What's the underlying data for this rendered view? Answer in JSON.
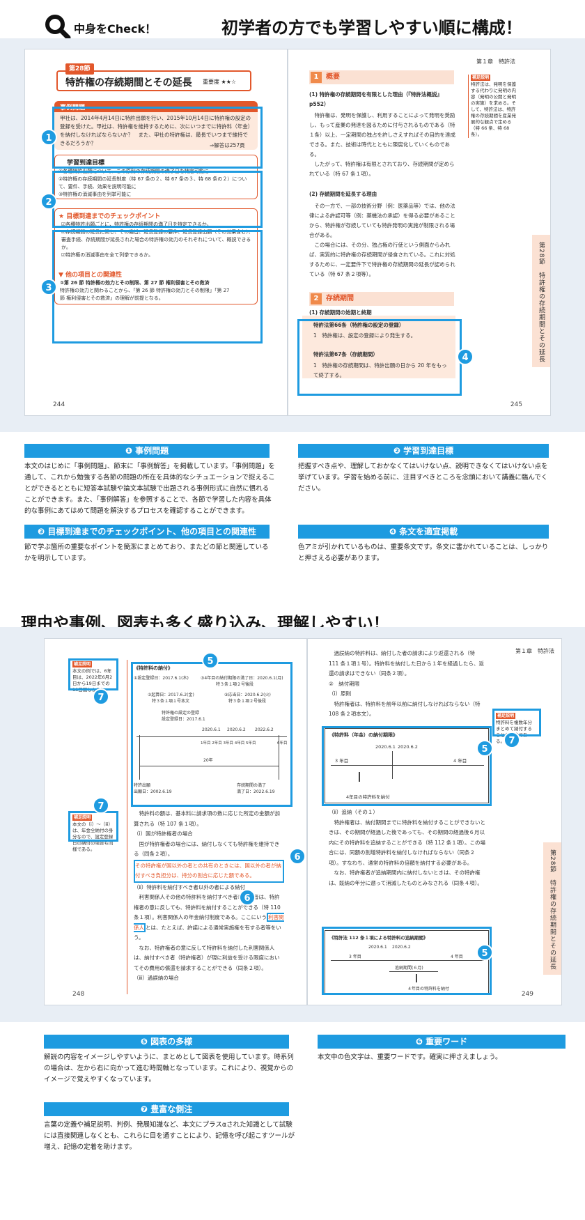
{
  "header": {
    "badge": "中身をCheck！",
    "headline": "初学者の方でも学習しやすい順に構成！"
  },
  "spread1": {
    "left": {
      "section_prefix": "第",
      "section_no": "28",
      "section_suffix": "節",
      "title": "特許権の存続期間とその延長",
      "importance_label": "重要度",
      "importance_stars": "★★☆",
      "case_heading": "事例問題",
      "case_text": "甲社は、2014年4月14日に特許出願を行い、2015年10月14日に特許権の設定の登録を受けた。甲社は、特許権を維持するために、次にいつまでに特許料（年金）を納付しなければならないか？　また、甲社の特許権は、最長でいつまで維持できるだろうか？",
      "case_answer": "⇒解答は257頁",
      "goals_heading": "学習到達目標",
      "goals": [
        "①各種特許出願について、この原則の存続期間の満了日を特定可能に",
        "②特許権の存続期間の延長制度（特 67 条の２、特 67 条の３、特 68 条の２）について、要件、手続、効果を説明可能に",
        "③特許権の消滅事由を列挙可能に"
      ],
      "check_heading": "★ 目標到達までのチェックポイント",
      "checks": [
        "☑各種特許出願ごとに、特許権の存続期間の満了日を特定できるか。",
        "☑存続期間の延長に関し、その趣旨、延長登録の要件、延長登録出願（その効果含む）、審査手続、存続期間が延長された場合の特許権の効力のそれぞれについて、概説できるか。",
        "☑特許権の消滅事由を全て列挙できるか。"
      ],
      "relation_heading": "▼ 他の項目との関連性",
      "relation_lines": [
        "①第 26 節 特許権の効力とその制限、第 27 節 権利侵害とその救済",
        "特許権の効力と関わることから、「第 26 節 特許権の効力とその制限」「第 27",
        "節 権利侵害とその救済」の理解が前提となる。"
      ],
      "page_number": "244"
    },
    "right": {
      "chapter": "第１章　特許法",
      "s1_no": "1",
      "s1_title": "概要",
      "s1_sub": "(1) 特許権の存続期間を有限とした理由（『特許法概説』p552）",
      "s1_paras": [
        "特許権は、発明を保護し、利用することによって発明を奨励し、もって産業の発達を図るために付与されるものである（特１条）以上、一定期間の独占を許しさえすればその目的を達成できる。また、技術は時代とともに陳腐化していくものである。",
        "したがって、特許権は有限とされており、存続期間が定められている（特 67 条１項）。"
      ],
      "s1_sub2": "(2) 存続期間を延長する理由",
      "s1_paras2": [
        "その一方で、一部の技術分野（例：医薬品等）では、他の法律による許認可等（例：薬機法の承認）を得る必要があることから、特許権が存続していても特許発明の実施が制限される場合がある。",
        "この場合には、その分、独占権の行使という側面からみれば、実質的に特許権の存続期間が侵食されている。これに対処するために、一定要件下で特許権の存続期間の延長が認められている（特 67 条２項等）。"
      ],
      "s2_no": "2",
      "s2_title": "存続期間",
      "s2_sub": "(1) 存続期間の始期と終期",
      "art1_title": "特許法第66条（特許権の設定の登録）",
      "art1_text": "1　特許権は、設定の登録により発生する。",
      "art2_title": "特許法第67条（存続期間）",
      "art2_text": "1　特許権の存続期間は、特許出願の日から 20 年をもって終了する。",
      "side_label": "補足説明",
      "side_text": "特許法は、発明を保護する代わりに発明の内容（発明の公開と発明の実施）を求める。そして、特許法は、特許権の存続期間を産業発展的な観点で定める（特 66 条、特 68 条）。",
      "vertical_tab": "第28節　特許権の存続期間とその延長",
      "page_number": "245"
    }
  },
  "markers": {
    "m1": "1",
    "m2": "2",
    "m3": "3",
    "m4": "4",
    "m5": "5",
    "m6": "6",
    "m7": "7"
  },
  "explain1": [
    {
      "label": "❶ 事例問題",
      "text": "本文のはじめに「事例問題」、節末に「事例解答」を掲載しています。「事例問題」を通して、これから勉強する各節の問題の所在を具体的なシチュエーションで捉えることができるとともに短答本試験や論文本試験で出題される事例形式に自然に慣れることができます。また、「事例解答」を参照することで、各節で学習した内容を具体的な事例にあてはめて問題を解決するプロセスを確認することができます。"
    },
    {
      "label": "❷ 学習到達目標",
      "text": "把握すべき点や、理解しておかなくてはいけない点、説明できなくてはいけない点を挙げています。学習を始める前に、注目すべきところを念頭において講義に臨んでください。"
    },
    {
      "label": "❸ 目標到達までのチェックポイント、他の項目との関連性",
      "text": "節で学ぶ箇所の重要なポイントを簡潔にまとめており、またどの節と関連しているかを明示しています。"
    },
    {
      "label": "❹ 条文を適宜掲載",
      "text": "色アミが引かれているものは、重要条文です。条文に書かれていることは、しっかりと押さえる必要があります。"
    }
  ],
  "headline2": "理由や事例、図表も多く盛り込み、理解しやすい！",
  "spread2": {
    "left": {
      "diag_title": "《特許料の納付》",
      "d_l1": "①設定登録日：2017.6.1(木)",
      "d_l2": "③4年目の納付期限の満了日：2020.6.1(月)",
      "d_l3": "特３条１項２号後段",
      "d_l4": "②起算日：2017.6.2(金)",
      "d_l5": "特３条１項１号本文",
      "d_l6": "③応当日：2020.6.2(火)",
      "d_l7": "特３条１項２号後段",
      "d_l8": "特許権の設定の登録",
      "d_l9": "設定登録日：2017.6.1",
      "dates": [
        "2020.6.1",
        "2020.6.2",
        "2022.6.2"
      ],
      "years": [
        "1年目",
        "2年目",
        "3年目",
        "4年目",
        "5年目",
        "6年目"
      ],
      "span": "20年",
      "d_l10": "特許出願",
      "d_l11": "出願日：2002.6.19",
      "d_l12": "存続期間の満了",
      "d_l13": "満了日：2022.6.19",
      "p1": "特許料の額は、基本料に請求項の数に応じた所定の金額が加算される（特 107 条１項）。",
      "p2": "（ⅰ）国が特許権者の場合",
      "p3": "国が特許権者の場合には、納付しなくても特許権を維持できる（同条２項）。",
      "hl1": "その特許権が国以外の者との共有のときには、国以外の者が納付すべき負担分は、持分の割合に応じた額である。",
      "p4": "（ⅱ）特許料を納付すべき者以外の者による納付",
      "p5": "利害関係人その他の特許料を納付すべき者以外の者は、特許権者の意に反しても、特許料を納付することができる（特 110 条１項）。利害関係人の年金納付制度である。ここにいう",
      "hl2": "利害関係人",
      "p6": "とは、たとえば、許諾による通常実施権を有する者等をいう。",
      "p7": "なお、特許権者の意に反して特許料を納付した利害関係人は、納付すべき者（特許権者）が現に利益を受ける限度においてその費用の償還を請求することができる（同条２項）。",
      "p8": "（ⅲ）過誤納の場合",
      "side1_label": "補足説明",
      "side1_text": "本文の例では、6年目は、2022年6月2日から19日までの18日間しかない。",
      "side2_label": "補足説明",
      "side2_text": "本文の（ⅰ）〜（ⅲ）は、年金全納付の身分なので、設定登録日の納付の場合も同様である。",
      "page_number": "248"
    },
    "right": {
      "chapter": "第１章　特許法",
      "q1": "過誤納の特許料は、納付した者の請求により返還される（特 111 条１項１号）。特許料を納付した日から１年を経過したら、返還の請求はできない（同条２項）。",
      "q2": "②　納付期限",
      "q3": "（ⅰ）原則",
      "q4": "特許権者は、特許料を前年以前に納付しなければならない（特 108 条２項本文）。",
      "box1_title": "《特許料（年金）の納付期限》",
      "box1_dates": [
        "2020.6.1",
        "2020.6.2"
      ],
      "box1_y3": "3 年目",
      "box1_y4": "4 年目",
      "box1_note": "4年目の特許料を納付",
      "q5": "（ⅱ）追納（その１）",
      "q6": "特許権者は、納付期間までに特許料を納付することができないときは、その期間が経過した後であっても、その期間の経過後６月以内にその特許料を追納することができる（特 112 条１項）。この場合には、同額の割増特許料を納付しなければならない（同条２項）。すなわち、通常の特許料の倍額を納付する必要がある。",
      "q7": "なお、特許権者が追納期間内に納付しないときは、その特許権は、既納の年分に遡って消滅したものとみなされる（同条４項）。",
      "box2_title": "《特許法 112 条１項による特許料の追納期間》",
      "box2_dates": [
        "2020.6.1",
        "2020.6.2"
      ],
      "box2_y3": "3 年目",
      "box2_y4": "4 年目",
      "box2_mid": "追納期間(６月)",
      "box2_note": "４年目の特許料を納付",
      "side_label": "補足説明",
      "side_text": "特許料を複数年分まとめて納付することも可能である。",
      "vertical_tab": "第28節　特許権の存続期間とその延長",
      "page_number": "249"
    }
  },
  "explain2": [
    {
      "label": "❺ 図表の多様",
      "text": "解説の内容をイメージしやすいように、まとめとして図表を使用しています。時系列の場合は、左から右に向かって進む時間軸となっています。これにより、視覚からのイメージで覚えやすくなっています。"
    },
    {
      "label": "❻ 重要ワード",
      "text": "本文中の色文字は、重要ワードです。確実に押さえましょう。"
    },
    {
      "label": "❼ 豊富な側注",
      "text": "言葉の定義や補足説明、判例、発展知識など、本文にプラスαされた知識として試験には直接関連しなくとも、これらに目を通すことにより、記憶を呼び起こすツールが増え、記憶の定着を助けます。"
    }
  ]
}
